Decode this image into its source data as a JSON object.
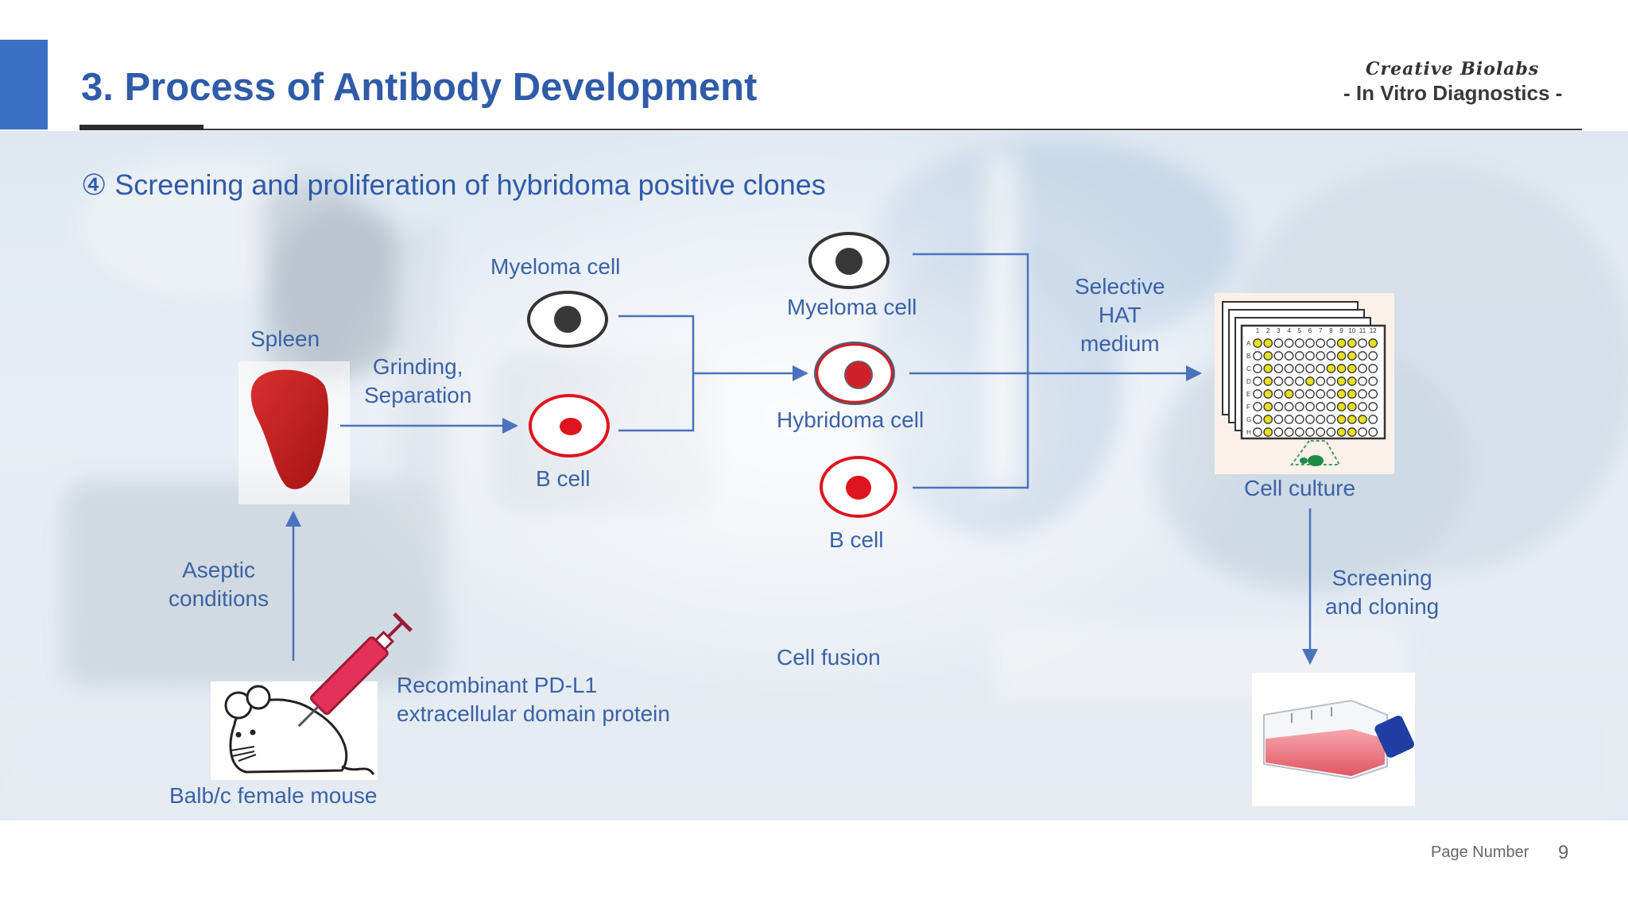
{
  "header": {
    "title": "3. Process of Antibody Development",
    "logo_brand": "Creative Biolabs",
    "logo_sub": "- In Vitro Diagnostics -"
  },
  "subtitle": "④ Screening and proliferation of hybridoma positive clones",
  "labels": {
    "myeloma_left": "Myeloma cell",
    "spleen": "Spleen",
    "grinding": "Grinding,\nSeparation",
    "b_cell_left": "B cell",
    "myeloma_right": "Myeloma cell",
    "hybridoma": "Hybridoma cell",
    "b_cell_right": "B cell",
    "selective_medium": "Selective\nHAT\nmedium",
    "cell_culture": "Cell culture",
    "aseptic": "Aseptic\nconditions",
    "screening": "Screening\nand cloning",
    "cell_fusion": "Cell fusion",
    "antigen": "Recombinant PD-L1\nextracellular domain protein",
    "mouse": "Balb/c female mouse"
  },
  "plate": {
    "columns": [
      "1",
      "2",
      "3",
      "4",
      "5",
      "6",
      "7",
      "8",
      "9",
      "10",
      "11",
      "12"
    ],
    "rows": [
      "A",
      "B",
      "C",
      "D",
      "E",
      "F",
      "G",
      "H"
    ]
  },
  "footer": {
    "label": "Page Number",
    "number": "9"
  },
  "colors": {
    "accent": "#3a6fc4",
    "title": "#2f5ba8",
    "label": "#3a62a6",
    "arrow": "#4a73bd",
    "cell_red": "#e0141e",
    "well_yellow": "#e8e020"
  }
}
